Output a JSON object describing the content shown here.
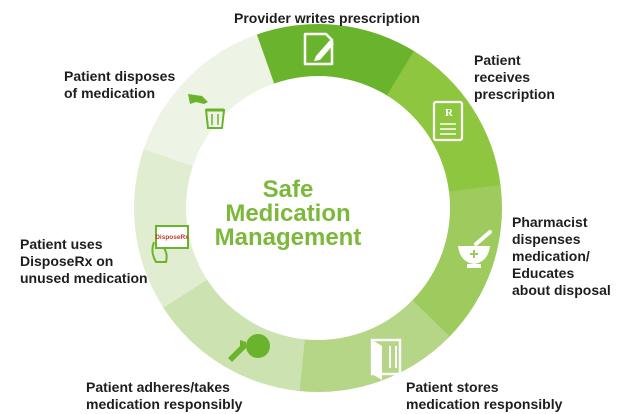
{
  "center_title": "Safe\nMedication\nManagement",
  "colors": {
    "segments": [
      "#6ab42d",
      "#8fc63f",
      "#9ecb5e",
      "#b5d687",
      "#cde2b1",
      "#e1edd1",
      "#eef4e5"
    ],
    "title": "#7cb83a",
    "icon_light": "#ffffff",
    "icon_dark": "#6ab42d"
  },
  "steps": [
    {
      "label": "Provider writes prescription",
      "icon": "document-pen-icon"
    },
    {
      "label": "Patient\nreceives\nprescription",
      "icon": "prescription-pad-icon"
    },
    {
      "label": "Pharmacist\ndispenses\nmedication/\nEducates\nabout disposal",
      "icon": "mortar-pestle-icon"
    },
    {
      "label": "Patient stores\nmedication responsibly",
      "icon": "medicine-cabinet-icon"
    },
    {
      "label": "Patient adheres/takes\nmedication responsibly",
      "icon": "patient-taking-pill-icon"
    },
    {
      "label": "Patient uses\nDisposeRx on\nunused medication",
      "icon": "disposerx-packet-icon"
    },
    {
      "label": "Patient disposes\nof medication",
      "icon": "hand-trash-icon"
    }
  ],
  "packet_text": "DisposeRx"
}
